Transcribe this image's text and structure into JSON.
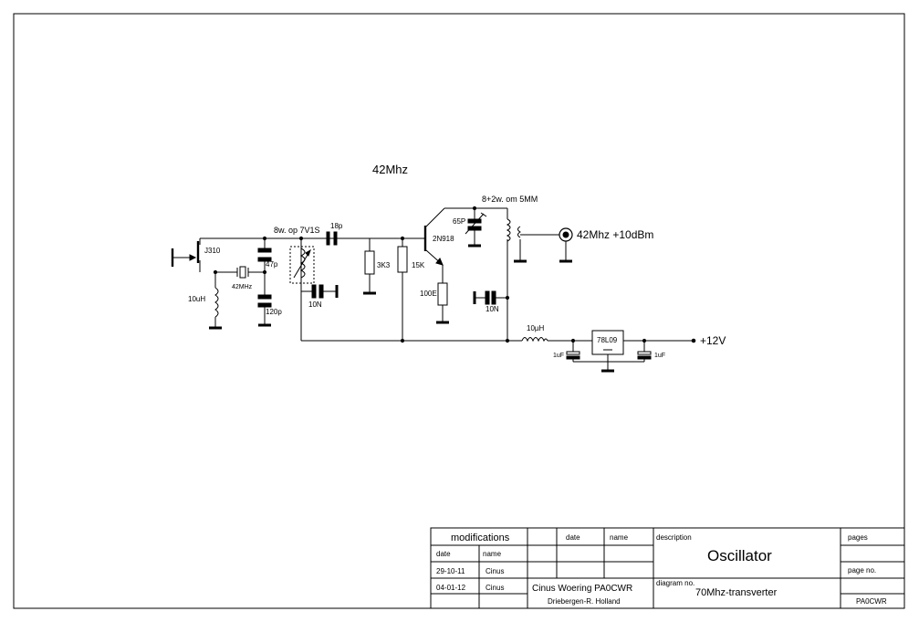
{
  "schematic": {
    "frequency_heading": "42Mhz",
    "components": {
      "jfet": "J310",
      "inductor_10uh": "10uH",
      "crystal": "42MHz",
      "cap_47p": "47p",
      "cap_120p": "120p",
      "coil_7v1s": "8w. op 7V1S",
      "cap_18p": "18p",
      "cap_10n_left": "10N",
      "res_3k3": "3K3",
      "res_15k": "15K",
      "transistor": "2N918",
      "res_100e": "100E",
      "trimmer_65p": "65P",
      "coil_5mm": "8+2w. om 5MM",
      "cap_10n_right": "10N",
      "output_label": "42Mhz +10dBm",
      "choke_10uh": "10µH",
      "regulator": "78L09",
      "cap_1uf_left": "1uF",
      "cap_1uf_right": "1uF",
      "supply_label": "+12V"
    }
  },
  "title_block": {
    "modifications_header": "modifications",
    "date_col": "date",
    "name_col": "name",
    "date_col_2": "date",
    "name_col_2": "name",
    "rows": [
      {
        "date": "29-10-11",
        "name": "Cinus"
      },
      {
        "date": "04-01-12",
        "name": "Cinus"
      }
    ],
    "author": "Cinus Woering PA0CWR",
    "location": "Driebergen-R.  Holland",
    "description_label": "description",
    "description": "Oscillator",
    "diagram_no_label": "diagram no.",
    "diagram_no": "70Mhz-transverter",
    "pages_label": "pages",
    "page_no_label": "page no.",
    "callsign": "PA0CWR"
  }
}
